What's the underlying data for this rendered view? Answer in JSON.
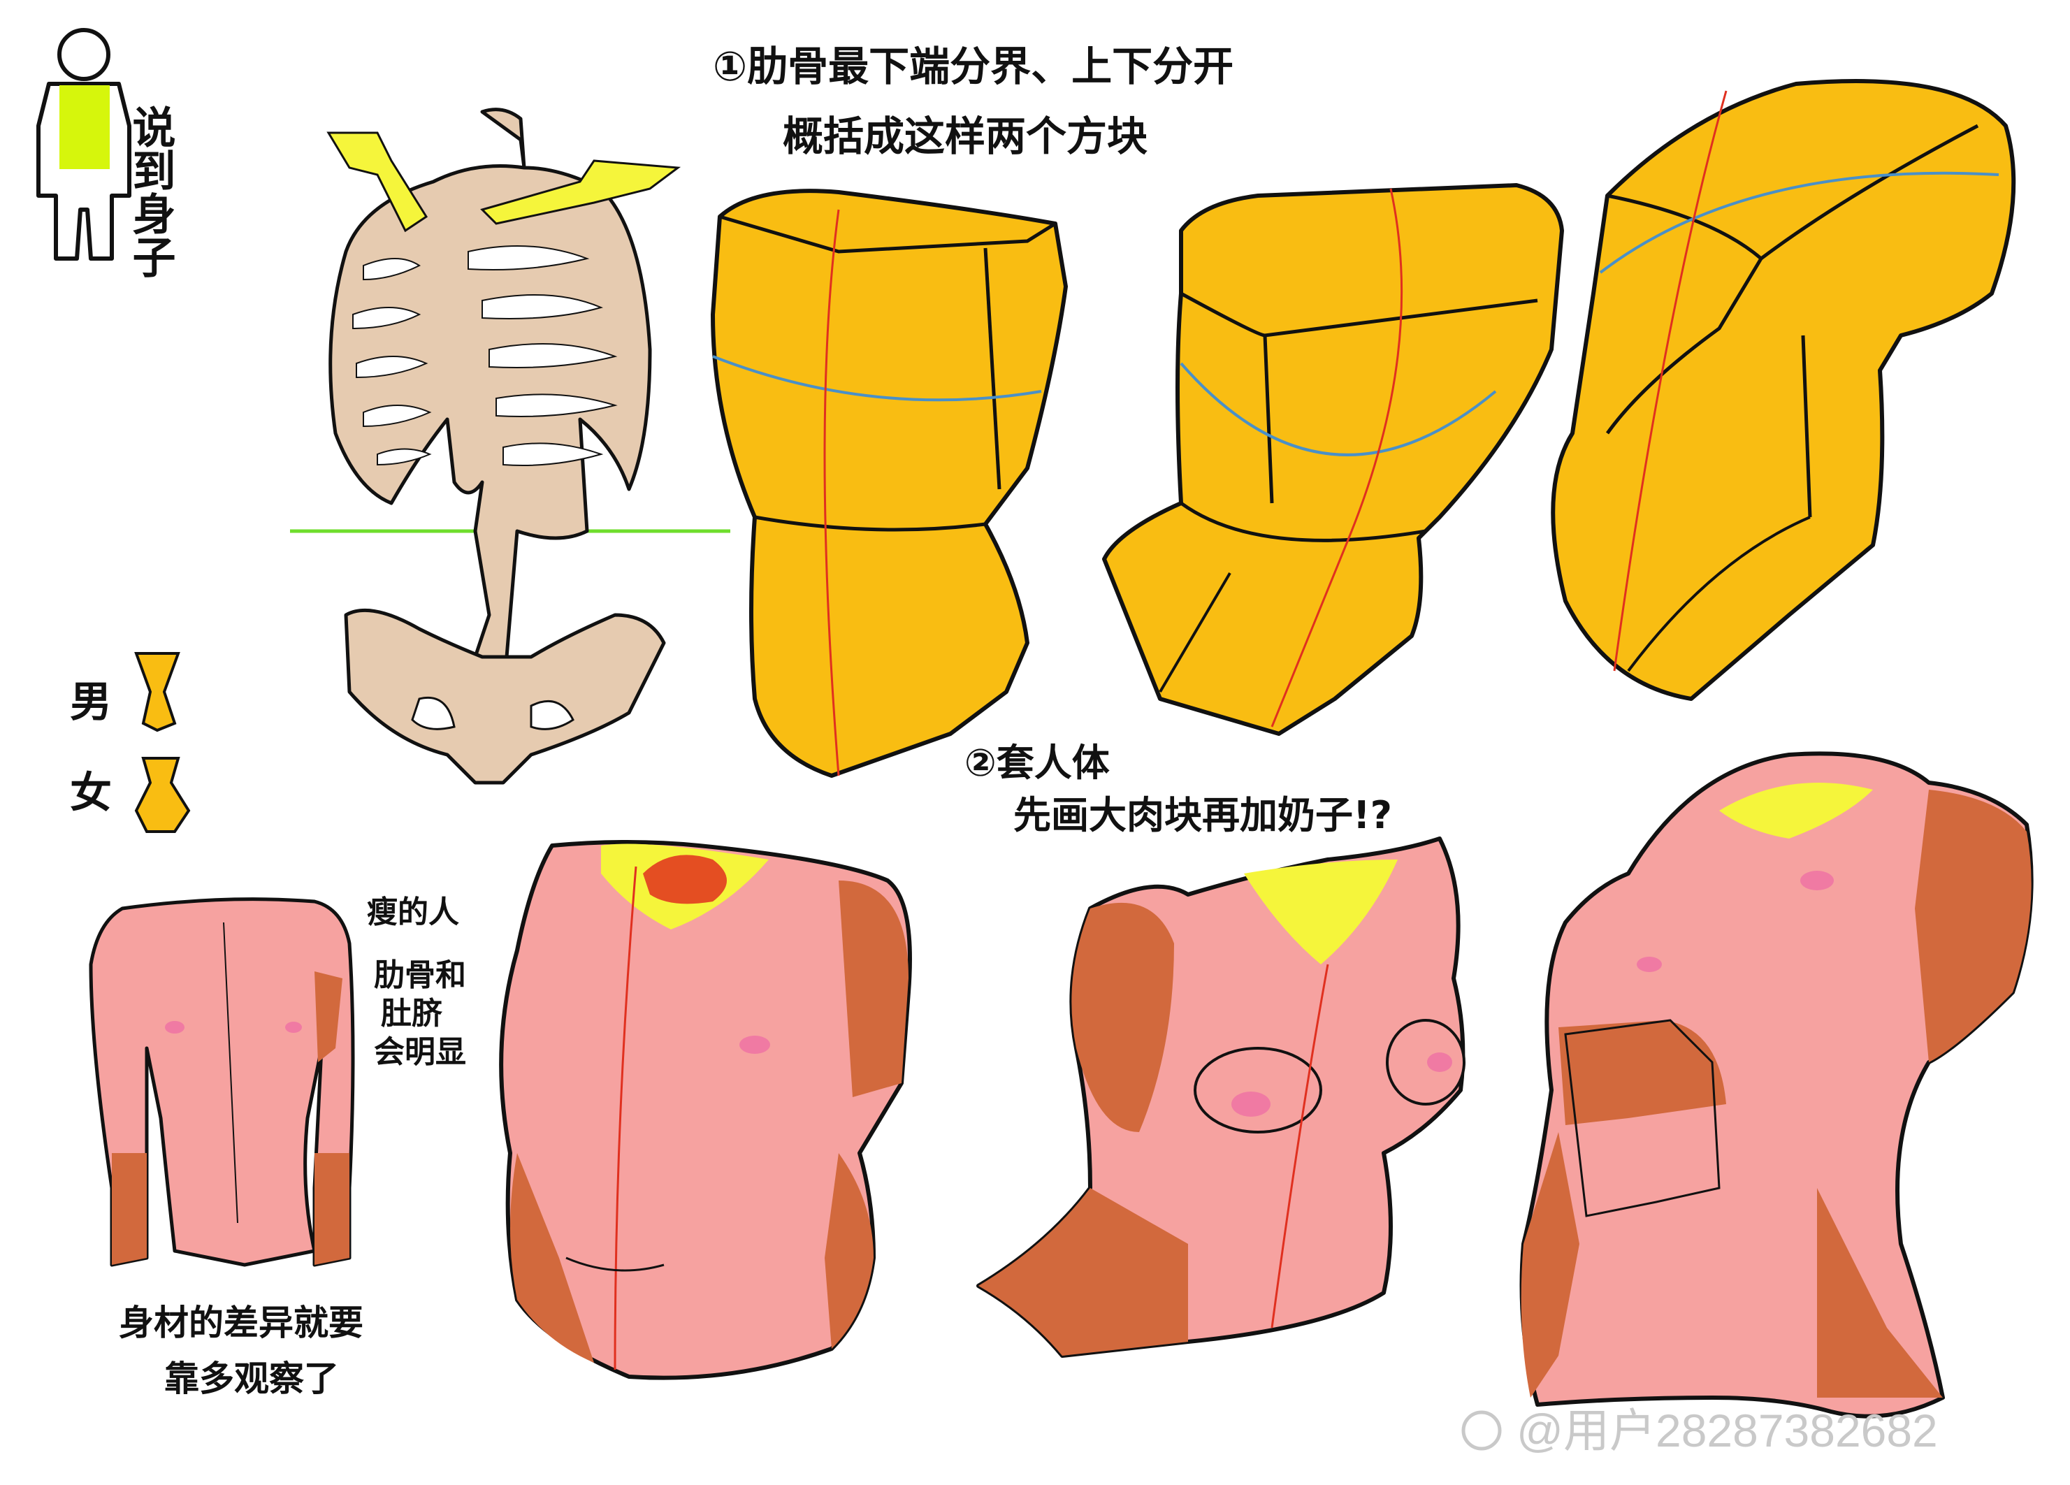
{
  "colors": {
    "yellow_block": "#f9bd12",
    "bone": "#e6cbb0",
    "skin": "#f6a2a0",
    "skin_shadow": "#d2693d",
    "highlight_yellow": "#f5f53b",
    "lime": "#d6f60c",
    "center_line": "#e0301f",
    "rib_line": "#4a90c8",
    "horizon_green": "#6fde2c",
    "nipple": "#f07aa3",
    "ink": "#111111"
  },
  "labels": {
    "title_torso": "说到身子",
    "step1_line1": "①肋骨最下端分界、上下分开",
    "step1_line2": "概括成这样两个方块",
    "male": "男",
    "female": "女",
    "step2_line1": "②套人体",
    "step2_line2": "先画大肉块再加奶子!?",
    "thin_note_1": "瘦的人",
    "thin_note_2": "肋骨和",
    "thin_note_3": "肚脐",
    "thin_note_4": "会明显",
    "bottom_note_1": "身材的差异就要",
    "bottom_note_2": "靠多观察了",
    "watermark": "@用户2828738268​2"
  }
}
